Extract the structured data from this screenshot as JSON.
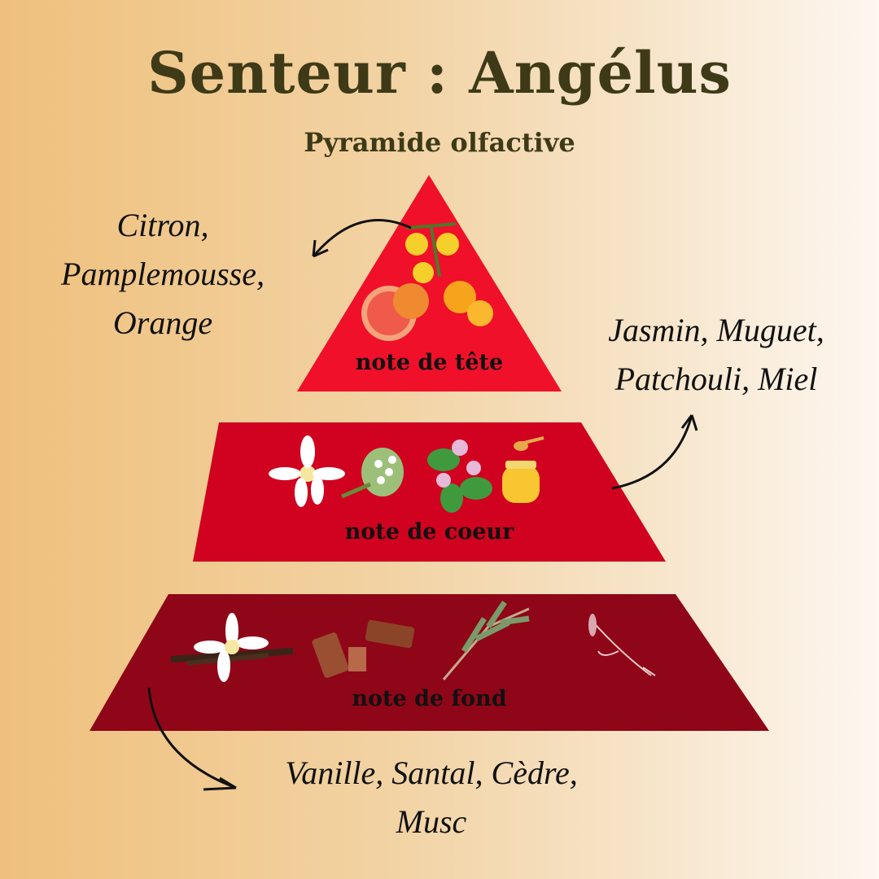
{
  "title": "Senteur : Angélus",
  "subtitle": "Pyramide olfactive",
  "tiers": [
    {
      "label": "note de tête",
      "notes": [
        "Citron,",
        "Pamplemousse,",
        "Orange"
      ],
      "color": "#f0102a"
    },
    {
      "label": "note de coeur",
      "notes": [
        "Jasmin,  Muguet,",
        "Patchouli,  Miel"
      ],
      "color": "#d0021f"
    },
    {
      "label": "note de fond",
      "notes": [
        "Vanille, Santal,  Cèdre,",
        "Musc"
      ],
      "color": "#8f0618"
    }
  ],
  "text_color": "#3e3a17"
}
